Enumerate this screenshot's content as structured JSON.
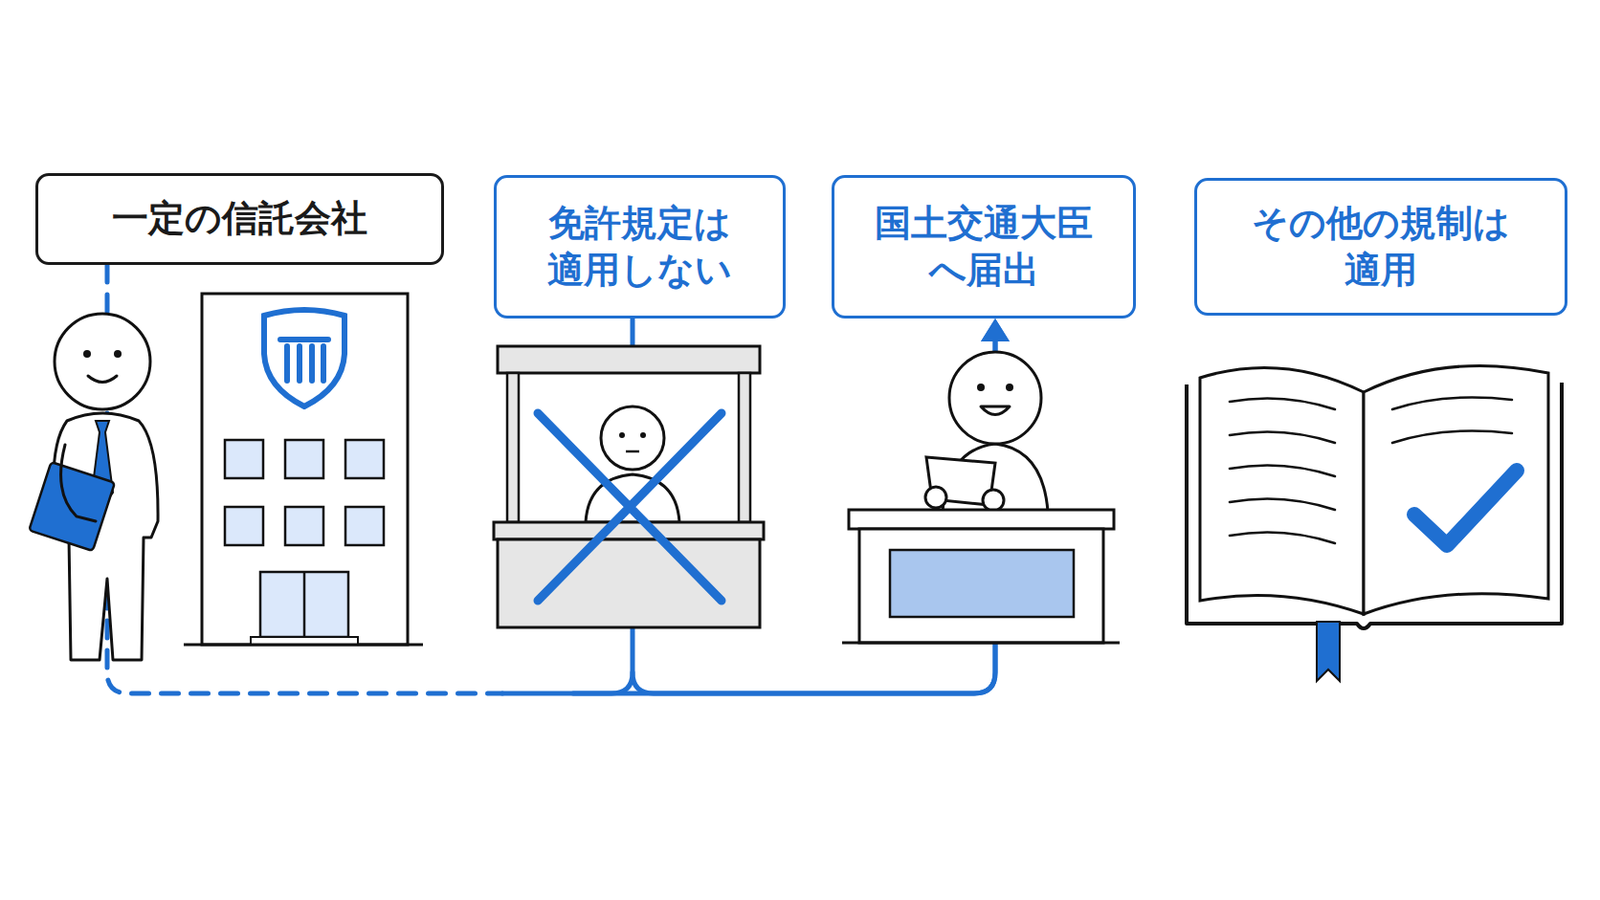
{
  "diagram": {
    "nodes": [
      {
        "text": [
          "一定の信託会社"
        ]
      },
      {
        "text": [
          "免許規定は 適用しない"
        ]
      },
      {
        "text": [
          "国土交通大臣 へ届出"
        ]
      },
      {
        "text": [
          "その他の規制は 適用"
        ]
      }
    ],
    "edges": [
      {
        "from": 0,
        "to": 2,
        "arrow": "to"
      },
      {
        "from": 1,
        "to": 2,
        "arrow": "to"
      }
    ]
  }
}
